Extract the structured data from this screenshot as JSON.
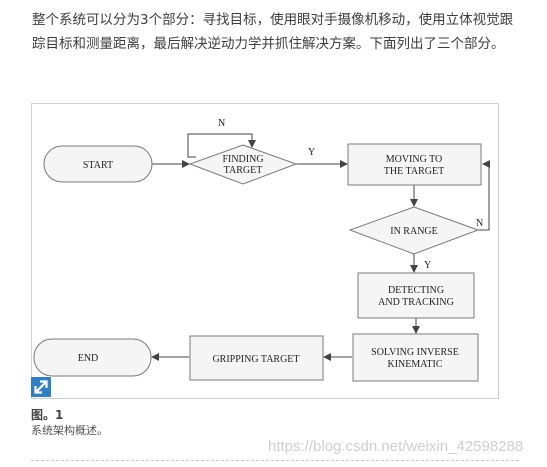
{
  "intro_text": "整个系统可以分为3个部分：寻找目标，使用眼对手摄像机移动，使用立体视觉跟踪目标和测量距离，最后解决逆动力学并抓住解决方案。下面列出了三个部分。",
  "flowchart": {
    "start": "START",
    "finding_line1": "FINDING",
    "finding_line2": "TARGET",
    "moving_line1": "MOVING TO",
    "moving_line2": "THE TARGET",
    "in_range": "IN RANGE",
    "detecting_line1": "DETECTING",
    "detecting_line2": "AND TRACKING",
    "solving_line1": "SOLVING INVERSE",
    "solving_line2": "KINEMATIC",
    "gripping": "GRIPPING TARGET",
    "end": "END",
    "label_n_top": "N",
    "label_y_right": "Y",
    "label_n_right": "N",
    "label_y_down": "Y"
  },
  "figure_label": "图。1",
  "figure_caption": "系统架构概述。",
  "watermark": "https://blog.csdn.net/weixin_42598288",
  "colors": {
    "expand_button": "#2f80c4",
    "node_fill": "#f5f5f5",
    "node_stroke": "#7a7a7a"
  },
  "icons": {
    "expand": "expand-arrow-icon"
  }
}
